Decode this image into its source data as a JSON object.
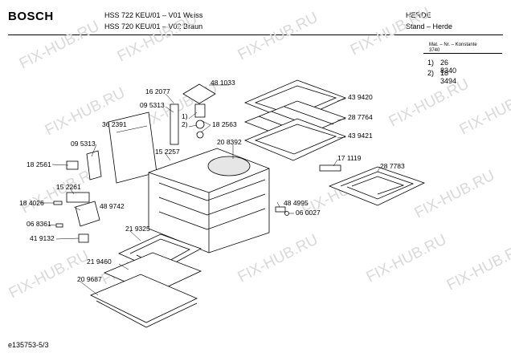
{
  "header": {
    "brand": "BOSCH",
    "model_line1": "HSS 722 KEU/01 – V01 Weiss",
    "model_line2": "HSS 720 KEU/01 – V02 Braun",
    "category": "HERDE",
    "subcategory": "Stand – Herde"
  },
  "materials": {
    "header_line1": "Mat. – Nr. – Konstante",
    "header_line2": "3740",
    "rows": [
      {
        "key": "1)",
        "value": "26 8340"
      },
      {
        "key": "2)",
        "value": "18 3494"
      }
    ]
  },
  "parts": [
    "48 1033",
    "16 2077",
    "09 5313",
    "36 2391",
    "1)",
    "2)",
    "18 2563",
    "43 9420",
    "28 7764",
    "43 9421",
    "09 5313",
    "15 2257",
    "20 8392",
    "18 2561",
    "15 2261",
    "18 4026",
    "48 9742",
    "06 8361",
    "41 9132",
    "17 1119",
    "28 7783",
    "48 4995",
    "06 0027",
    "21 9325",
    "21 9460",
    "20 9687"
  ],
  "watermark": "FIX-HUB.RU",
  "footer": {
    "doc_id": "e135753-5/3"
  }
}
